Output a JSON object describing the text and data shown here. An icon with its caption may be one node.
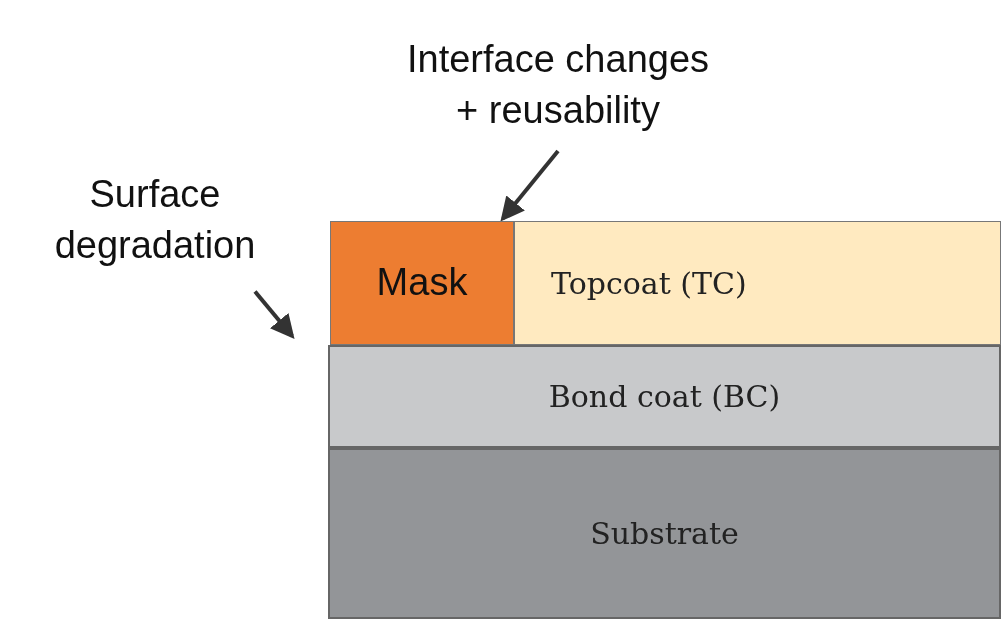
{
  "diagram": {
    "nodes": [
      {
        "text": [
          "Interface changes + reusability"
        ]
      },
      {
        "text": [
          "Surface degradation"
        ]
      },
      {
        "text": [
          "Mask"
        ]
      },
      {
        "text": [
          "Topcoat (TC)"
        ]
      },
      {
        "text": [
          "Bond coat (BC)"
        ]
      },
      {
        "text": [
          "Substrate"
        ]
      }
    ],
    "edges": [
      {
        "from": 0,
        "to": 2,
        "arrow": "to"
      },
      {
        "from": 1,
        "to": null,
        "arrow": "to"
      }
    ]
  }
}
